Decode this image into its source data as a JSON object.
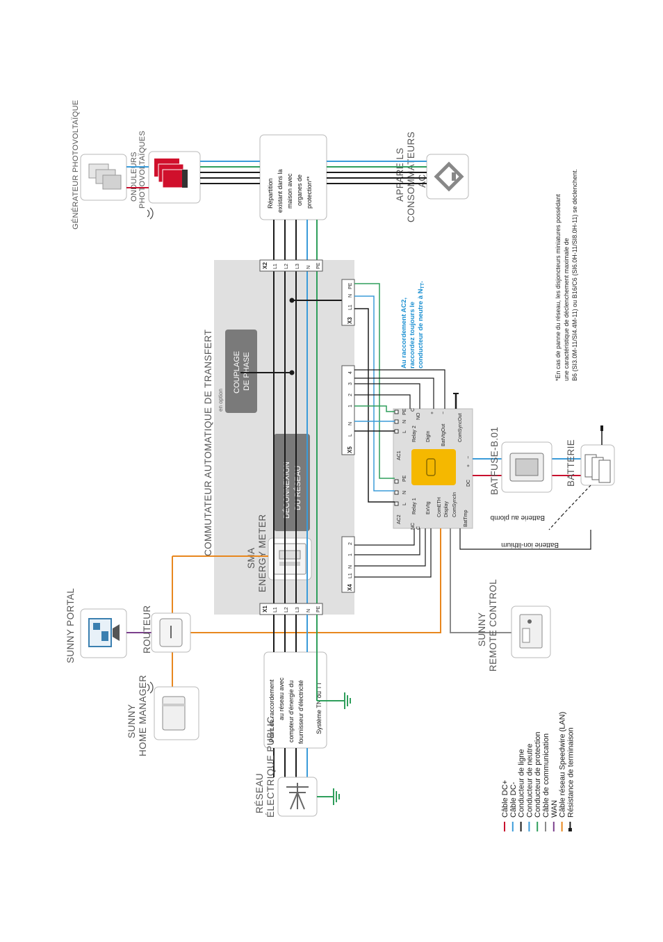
{
  "colors": {
    "dc_plus": "#c8102e",
    "dc_minus": "#3a9bd9",
    "line": "#1a1a1a",
    "neutral": "#3a9bd9",
    "protection": "#2e9e5b",
    "communication": "#8a8a8a",
    "wan": "#7b3f8c",
    "lan": "#e8871e",
    "inverter_red": "#d0102c",
    "inverter_yellow": "#f5b800",
    "panel_grey": "#e0e0e0",
    "note_blue": "#1a8fd1"
  },
  "components": {
    "pv_generator": "GÉNÉRATEUR PHOTOVOLTAÏQUE",
    "pv_inverters": [
      "ONDULEURS",
      "PHOTOVOLTAÏQUES"
    ],
    "ac_loads": [
      "APPAREILS",
      "CONSOMMATEURS",
      "AC"
    ],
    "distribution": [
      "Répartition",
      "existant dans la",
      "maison avec",
      "organes de",
      "protection**"
    ],
    "transfer_switch": "COMMUTATEUR AUTOMATIQUE DE TRANSFERT",
    "optional": "en option",
    "phase_coupling": [
      "COUPLAGE",
      "DE PHASE"
    ],
    "grid_disconnect": [
      "DÉCONNEXION",
      "DU RÉSEAU"
    ],
    "energy_meter": [
      "SMA",
      "ENERGY METER"
    ],
    "note_ac2": [
      "Au raccordement AC2,",
      "raccordez toujours le",
      "conducteur de neutre à N",
      "TT",
      "."
    ],
    "batfuse": "BATFUSE-B.01",
    "battery": "BATTERIE",
    "lead_battery": "Batterie au plomb",
    "lithium_battery": "Batterie ion-lithium",
    "sunny_portal": "SUNNY PORTAL",
    "router": "ROUTEUR",
    "home_manager": [
      "SUNNY",
      "HOME MANAGER"
    ],
    "grid": [
      "RÉSEAU",
      "ÉLECTRIQUE PUBLIC"
    ],
    "connection_point": [
      "Point de raccordement",
      "au réseau avec",
      "compteur d'énergie du",
      "fournisseur d'électricité"
    ],
    "system_type": "Système TN ou TT",
    "remote_control": [
      "SUNNY",
      "REMOTE CONTROL"
    ],
    "footnote": [
      "*En cas de panne du réseau, les disjoncteurs miniatures possédant",
      "une caractéristique de déclenchement maximale de",
      "B6 (SI3.0M-11/SI4.4M-11) ou B16/C6 (SI6.0H-11/SI8.0H-11) se déclenchent."
    ]
  },
  "terminals": {
    "X1": {
      "name": "X1",
      "pins": [
        "L1",
        "L2",
        "L3",
        "N",
        "PE"
      ]
    },
    "X2": {
      "name": "X2",
      "pins": [
        "L1",
        "L2",
        "L3",
        "N",
        "PE"
      ]
    },
    "X3": {
      "name": "X3",
      "pins": [
        "L1",
        "N",
        "PE"
      ]
    },
    "X4": {
      "name": "X4",
      "pins": [
        "L1",
        "N",
        "1",
        "2"
      ]
    },
    "X5": {
      "name": "X5",
      "pins": [
        "L",
        "N",
        "1",
        "2",
        "3",
        "4"
      ]
    }
  },
  "inverter_ports": {
    "ac2": "AC2",
    "ac1": "AC1",
    "relay1": "Relay 1",
    "relay2": "Relay 2",
    "nc": "NC",
    "c": "C",
    "no": "NO",
    "exvtg": "ExVtg",
    "digin": "DigIn",
    "batvtgout": "BatVtgOut",
    "cometh": "ComETH",
    "display": "Display",
    "batvtg": "BatTmp",
    "comsyncin": "ComSyncIn",
    "comsyncout": "ComSyncOut",
    "dc": "DC",
    "pe": "PE",
    "n": "N",
    "l": "L",
    "ntt": "N",
    "ntt_sub": "TT",
    "plus": "+",
    "minus": "−"
  },
  "legend": [
    {
      "label": "Câble DC+",
      "color_key": "dc_plus"
    },
    {
      "label": "Câble DC-",
      "color_key": "dc_minus"
    },
    {
      "label": "Conducteur de ligne",
      "color_key": "line"
    },
    {
      "label": "Conducteur de neutre",
      "color_key": "neutral"
    },
    {
      "label": "Conducteur de protection",
      "color_key": "protection"
    },
    {
      "label": "Câble de communication",
      "color_key": "communication"
    },
    {
      "label": "WAN",
      "color_key": "wan"
    },
    {
      "label": "Câble réseau Speedwire (LAN)",
      "color_key": "lan"
    },
    {
      "label": "Résistance de terminaison",
      "color_key": "line"
    }
  ]
}
